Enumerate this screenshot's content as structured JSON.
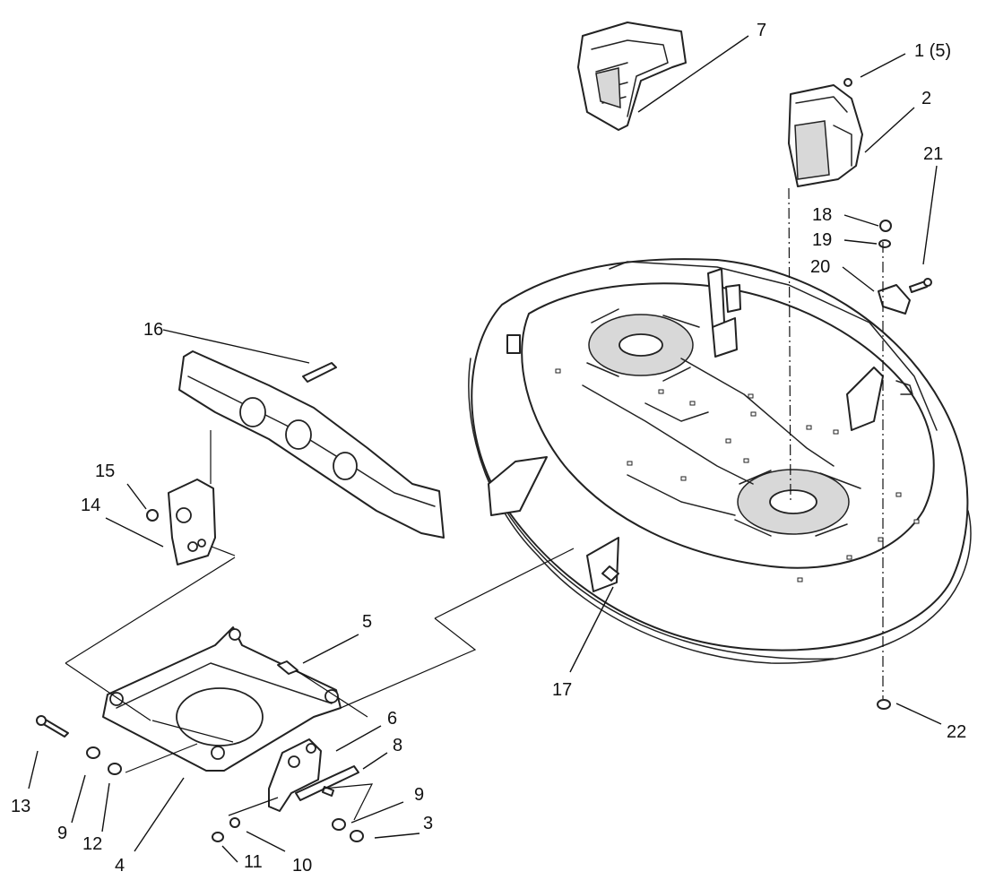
{
  "diagram": {
    "callouts": [
      {
        "id": "c1",
        "text": "1 (5)"
      },
      {
        "id": "c2",
        "text": "2"
      },
      {
        "id": "c3",
        "text": "3"
      },
      {
        "id": "c4",
        "text": "4"
      },
      {
        "id": "c5",
        "text": "5"
      },
      {
        "id": "c6",
        "text": "6"
      },
      {
        "id": "c7",
        "text": "7"
      },
      {
        "id": "c8",
        "text": "8"
      },
      {
        "id": "c9a",
        "text": "9"
      },
      {
        "id": "c9b",
        "text": "9"
      },
      {
        "id": "c10",
        "text": "10"
      },
      {
        "id": "c11",
        "text": "11"
      },
      {
        "id": "c12",
        "text": "12"
      },
      {
        "id": "c13",
        "text": "13"
      },
      {
        "id": "c14",
        "text": "14"
      },
      {
        "id": "c15",
        "text": "15"
      },
      {
        "id": "c16",
        "text": "16"
      },
      {
        "id": "c17",
        "text": "17"
      },
      {
        "id": "c18",
        "text": "18"
      },
      {
        "id": "c19",
        "text": "19"
      },
      {
        "id": "c20",
        "text": "20"
      },
      {
        "id": "c21",
        "text": "21"
      },
      {
        "id": "c22",
        "text": "22"
      }
    ]
  }
}
